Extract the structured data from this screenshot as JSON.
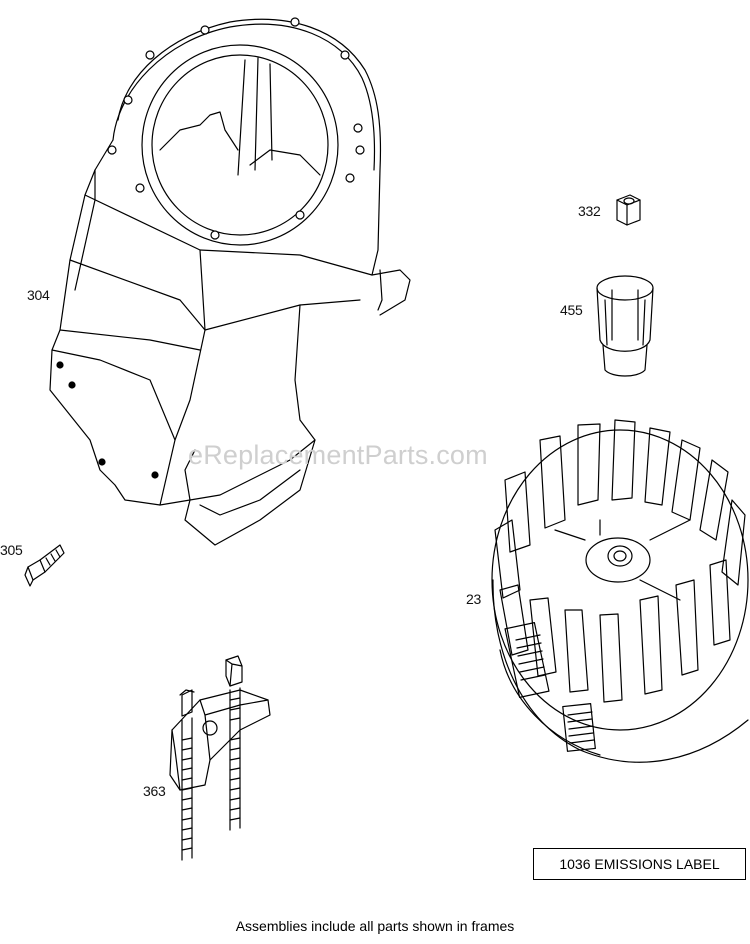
{
  "watermark": "eReplacementParts.com",
  "parts": {
    "p304": "304",
    "p305": "305",
    "p363": "363",
    "p332": "332",
    "p455": "455",
    "p23": "23"
  },
  "emissions_label": "1036 EMISSIONS LABEL",
  "footer_note": "Assemblies include all parts shown in frames"
}
